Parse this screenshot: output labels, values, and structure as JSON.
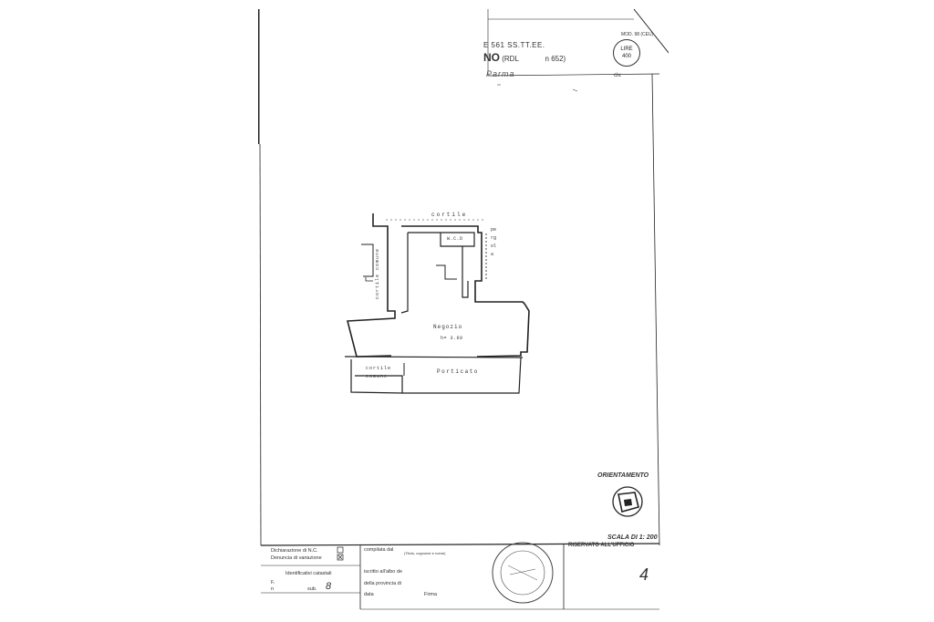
{
  "header": {
    "line1": "E 561 SS.TT.EE.",
    "line2_bold": "NO",
    "line2_mid": "(RDL",
    "line2_end": "n 652)",
    "form_code": "MOD. 98 (CEU)",
    "fee_label": "LIRE",
    "fee_value": "400",
    "province": "Parma",
    "comune_suffix": "civ."
  },
  "plan": {
    "rooms": {
      "courtyard_top": "cortile",
      "wc": "W.C.D",
      "pergola": "pergola",
      "courtyard_left": "cortile comune",
      "shop": "Negozio",
      "height": "h= 3.60",
      "portico": "Porticato",
      "courtyard_bottom": "cortile comune"
    }
  },
  "orientation_label": "ORIENTAMENTO",
  "scale_label": "SCALA DI 1: 200",
  "page_number": "4",
  "footer": {
    "declaration": "Dichiarazione di N.C.",
    "variation": "Denuncia di variazione",
    "cadastral_ids": "Identificativi catastali",
    "f_label": "F.",
    "n_label": "n",
    "sub_label": "sub.",
    "sub_value": "8",
    "compiled_by": "compilata dal",
    "compiled_detail": "(Titolo, cognome e nome)",
    "registered": "iscritto all'albo de",
    "province_of": "della provincia di",
    "date_label": "data",
    "signature": "Firma",
    "office_reserved": "RISERVATO ALL'UFFICIO"
  },
  "colors": {
    "ink": "#222222",
    "paper": "#ffffff"
  }
}
